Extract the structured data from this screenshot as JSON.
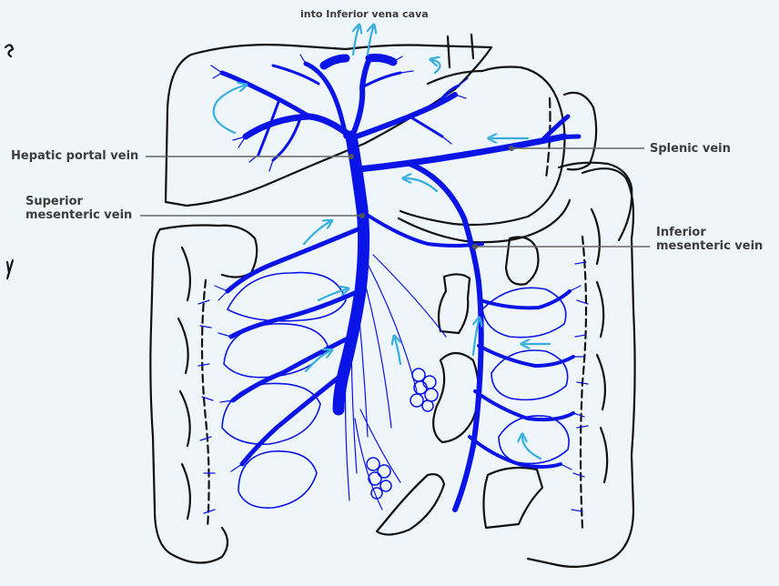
{
  "diagram": {
    "labels": {
      "top_flow": "into Inferior vena cava",
      "hepatic_portal_vein": "Hepatic portal vein",
      "superior_mesenteric_line1": "Superior",
      "superior_mesenteric_line2": "mesenteric vein",
      "splenic_vein": "Splenic vein",
      "inferior_mesenteric_line1": "Inferior",
      "inferior_mesenteric_line2": "mesenteric vein"
    },
    "colors": {
      "vein": "#0a14e6",
      "flow_arrow": "#35aee0",
      "outline": "#111111",
      "background": "#eef6fc"
    }
  }
}
